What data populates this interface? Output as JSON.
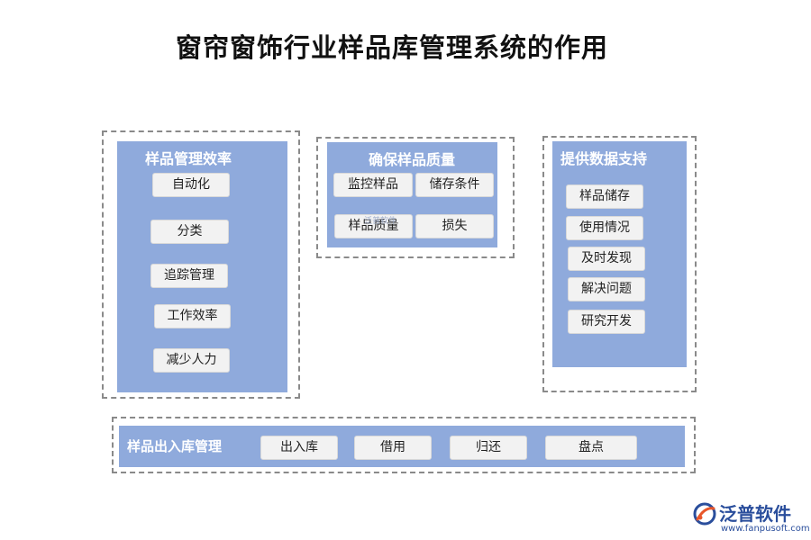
{
  "title": "窗帘窗饰行业样品库管理系统的作用",
  "sections": {
    "efficiency": {
      "title": "样品管理效率",
      "items": [
        "自动化",
        "分类",
        "追踪管理",
        "工作效率",
        "减少人力"
      ]
    },
    "quality": {
      "title": "确保样品质量",
      "items": [
        "监控样品",
        "储存条件",
        "样品质量",
        "损失"
      ]
    },
    "data": {
      "title": "提供数据支持",
      "items": [
        "样品储存",
        "使用情况",
        "及时发现",
        "解决问题",
        "研究开发"
      ]
    },
    "inout": {
      "title": "样品出入库管理",
      "items": [
        "出入库",
        "借用",
        "归还",
        "盘点"
      ]
    }
  },
  "watermark": {
    "inline": "泛普软件",
    "logo_text": "泛普软件",
    "logo_url": "www.fanpusoft.com"
  },
  "colors": {
    "panel": "#8faadc",
    "pill": "#f2f2f2",
    "frame": "#8a8a8a",
    "logo": "#2a4e9c",
    "logo_accent": "#e8562a"
  }
}
